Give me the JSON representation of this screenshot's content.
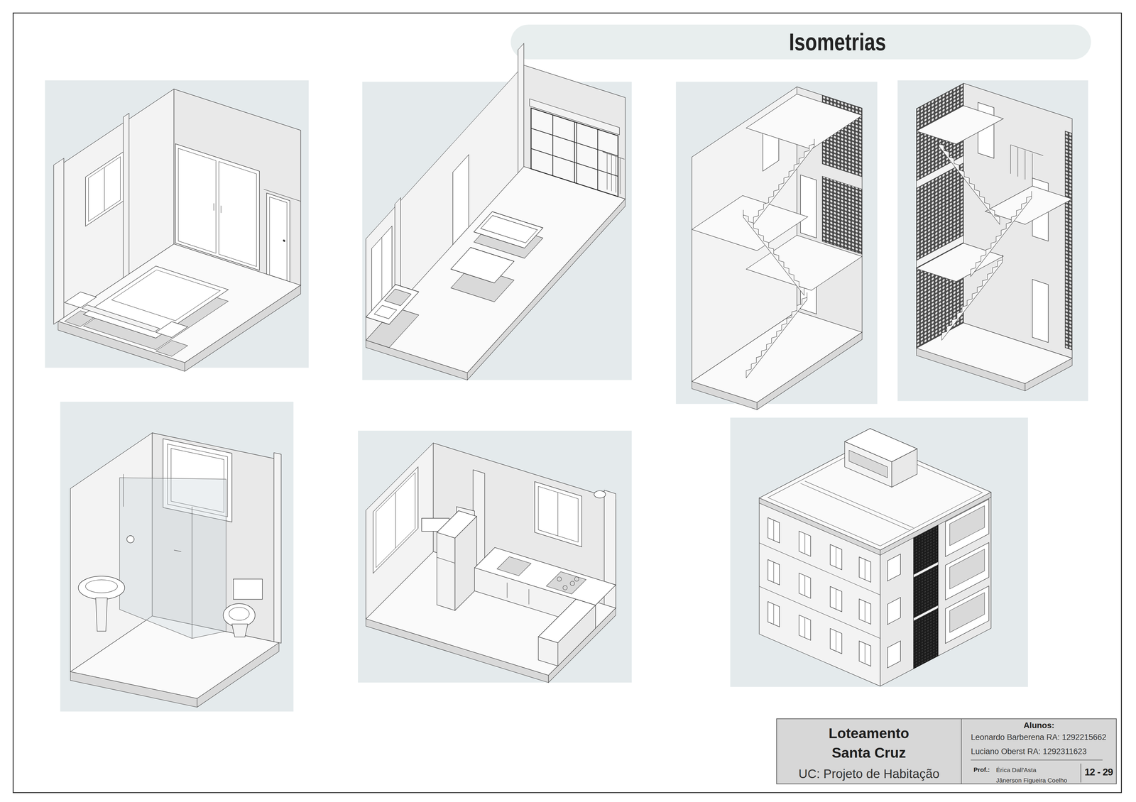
{
  "diagram": {
    "title": "Isometrias",
    "nodes": [
      {
        "text": [
          "Loteamento Santa Cruz",
          "UC: Projeto de Habitação"
        ]
      },
      {
        "text": [
          "Alunos:",
          "Leonardo Barberena RA: 1292215662",
          "Luciano Oberst RA: 1292311623"
        ],
        "in": 0
      },
      {
        "text": [
          "Prof.:",
          "Érica Dall'Asta",
          "Jânerson Figueira Coelho"
        ],
        "in": 0
      },
      {
        "text": [
          "12 - 29"
        ],
        "in": 0
      }
    ]
  }
}
